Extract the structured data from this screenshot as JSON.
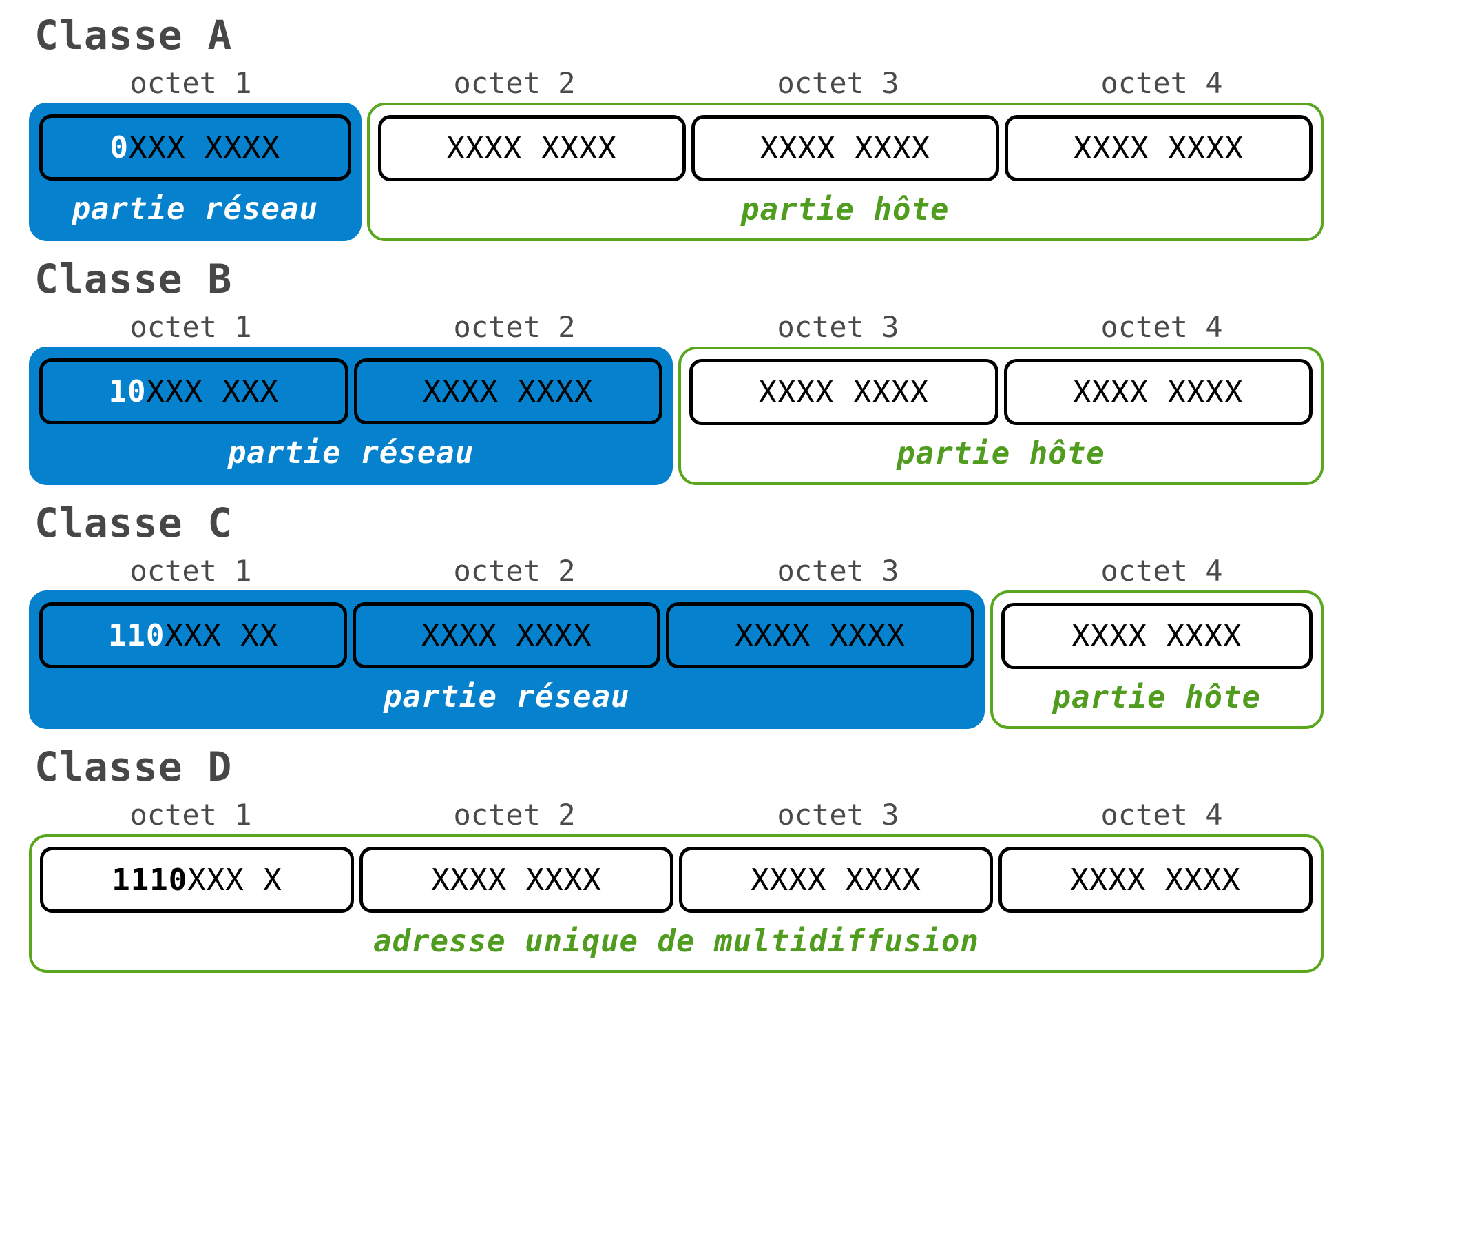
{
  "diagram": {
    "title_prefix": "Classe",
    "octet_labels": [
      "octet 1",
      "octet 2",
      "octet 3",
      "octet 4"
    ],
    "colors": {
      "network_fill": "#0581ce",
      "host_border": "#5aa61f",
      "host_text": "#4f9c1e",
      "title_text": "#474747",
      "octet_border": "#000000",
      "bits_text": "#000000",
      "network_text": "#ffffff"
    },
    "labels": {
      "network": "partie réseau",
      "host": "partie hôte",
      "multicast": "adresse unique de multidiffusion"
    },
    "classes": [
      {
        "id": "a",
        "title": "Classe A",
        "headers": [
          "octet 1",
          "octet 2",
          "octet 3",
          "octet 4"
        ],
        "network_octets": [
          {
            "prefix": "0",
            "rest": "XXX XXXX"
          }
        ],
        "network_label": "partie réseau",
        "host_octets": [
          {
            "prefix": "",
            "rest": "XXXX XXXX"
          },
          {
            "prefix": "",
            "rest": "XXXX XXXX"
          },
          {
            "prefix": "",
            "rest": "XXXX XXXX"
          }
        ],
        "host_label": "partie hôte",
        "network_span": 1,
        "host_span": 3
      },
      {
        "id": "b",
        "title": "Classe B",
        "headers": [
          "octet 1",
          "octet 2",
          "octet 3",
          "octet 4"
        ],
        "network_octets": [
          {
            "prefix": "10",
            "rest": "XXX XXX"
          },
          {
            "prefix": "",
            "rest": "XXXX XXXX"
          }
        ],
        "network_label": "partie réseau",
        "host_octets": [
          {
            "prefix": "",
            "rest": "XXXX XXXX"
          },
          {
            "prefix": "",
            "rest": "XXXX XXXX"
          }
        ],
        "host_label": "partie hôte",
        "network_span": 2,
        "host_span": 2
      },
      {
        "id": "c",
        "title": "Classe C",
        "headers": [
          "octet 1",
          "octet 2",
          "octet 3",
          "octet 4"
        ],
        "network_octets": [
          {
            "prefix": "110",
            "rest": "XXX XX"
          },
          {
            "prefix": "",
            "rest": "XXXX XXXX"
          },
          {
            "prefix": "",
            "rest": "XXXX XXXX"
          }
        ],
        "network_label": "partie réseau",
        "host_octets": [
          {
            "prefix": "",
            "rest": "XXXX XXXX"
          }
        ],
        "host_label": "partie hôte",
        "network_span": 3,
        "host_span": 1
      },
      {
        "id": "d",
        "title": "Classe D",
        "headers": [
          "octet 1",
          "octet 2",
          "octet 3",
          "octet 4"
        ],
        "network_octets": [],
        "network_label": "",
        "host_octets": [
          {
            "prefix": "1110",
            "rest": "XXX X"
          },
          {
            "prefix": "",
            "rest": "XXXX XXXX"
          },
          {
            "prefix": "",
            "rest": "XXXX XXXX"
          },
          {
            "prefix": "",
            "rest": "XXXX XXXX"
          }
        ],
        "host_label": "adresse unique de multidiffusion",
        "network_span": 0,
        "host_span": 4
      }
    ]
  }
}
